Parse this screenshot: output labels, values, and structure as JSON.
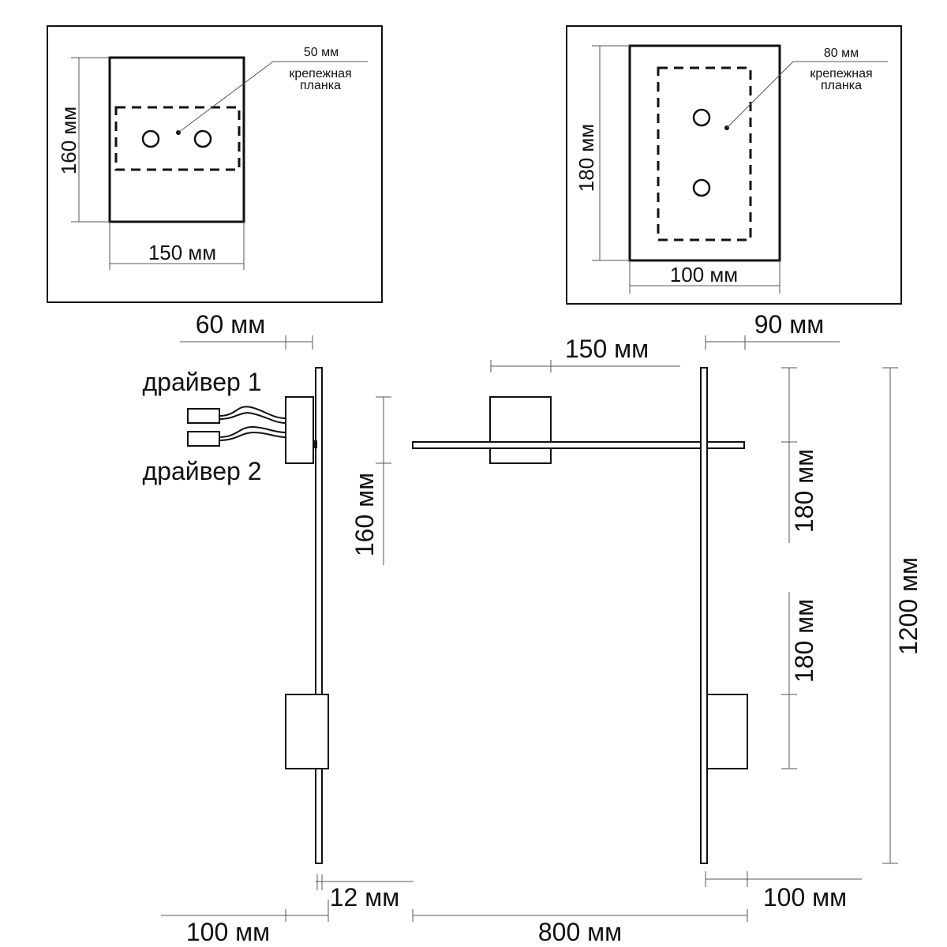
{
  "top_left_view": {
    "height_label": "160 мм",
    "width_label": "150 мм",
    "plate_size_label": "50 мм",
    "plate_caption_line1": "крепежная",
    "plate_caption_line2": "планка"
  },
  "top_right_view": {
    "height_label": "180 мм",
    "width_label": "100 мм",
    "plate_size_label": "80 мм",
    "plate_caption_line1": "крепежная",
    "plate_caption_line2": "планка"
  },
  "side_view": {
    "depth_label": "60 мм",
    "driver1_label": "драйвер 1",
    "driver2_label": "драйвер 2",
    "box_height_label": "160 мм",
    "rod_thickness_label": "12 мм",
    "bottom_offset_label": "100 мм"
  },
  "front_view": {
    "arm_offset_label": "150 мм",
    "top_right_label": "90 мм",
    "upper_segment_label": "180 мм",
    "lower_segment_label": "180 мм",
    "total_height_label": "1200 мм",
    "bottom_right_label": "100 мм",
    "arm_length_label": "800 мм"
  }
}
